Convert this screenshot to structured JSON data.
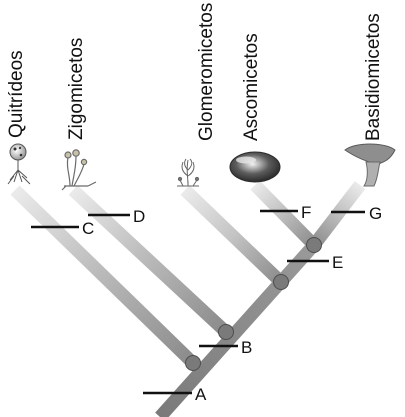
{
  "taxa": [
    "Quitrídeos",
    "Zigomicetos",
    "Glomeromicetos",
    "Ascomicetos",
    "Basidiomicetos"
  ],
  "markers": [
    "A",
    "B",
    "C",
    "D",
    "E",
    "F",
    "G"
  ],
  "colors": {
    "branch_light": "#e4e4e4",
    "branch_dark": "#8c8c8c",
    "node": "#7a7a7a",
    "marker": "#111111"
  },
  "icons": [
    "chytrid-icon",
    "zygomycete-icon",
    "glomeromycete-icon",
    "ascomycete-icon",
    "basidiomycete-icon"
  ]
}
